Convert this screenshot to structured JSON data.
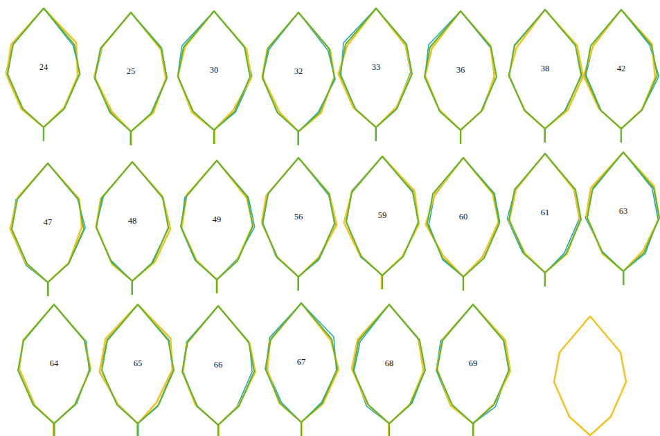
{
  "diagram": {
    "nodes": [
      {
        "text": [
          "24"
        ]
      },
      {
        "text": [
          "25"
        ]
      },
      {
        "text": [
          "30"
        ]
      },
      {
        "text": [
          "32"
        ]
      },
      {
        "text": [
          "33"
        ]
      },
      {
        "text": [
          "36"
        ]
      },
      {
        "text": [
          "38"
        ]
      },
      {
        "text": [
          "42"
        ]
      },
      {
        "text": [
          "47"
        ]
      },
      {
        "text": [
          "48"
        ]
      },
      {
        "text": [
          "49"
        ]
      },
      {
        "text": [
          "56"
        ]
      },
      {
        "text": [
          "59"
        ]
      },
      {
        "text": [
          "60"
        ]
      },
      {
        "text": [
          "61"
        ]
      },
      {
        "text": [
          "63"
        ]
      },
      {
        "text": [
          "64"
        ]
      },
      {
        "text": [
          "65"
        ]
      },
      {
        "text": [
          "66"
        ]
      },
      {
        "text": [
          "67"
        ]
      },
      {
        "text": [
          "68"
        ]
      },
      {
        "text": [
          "69"
        ]
      }
    ]
  }
}
